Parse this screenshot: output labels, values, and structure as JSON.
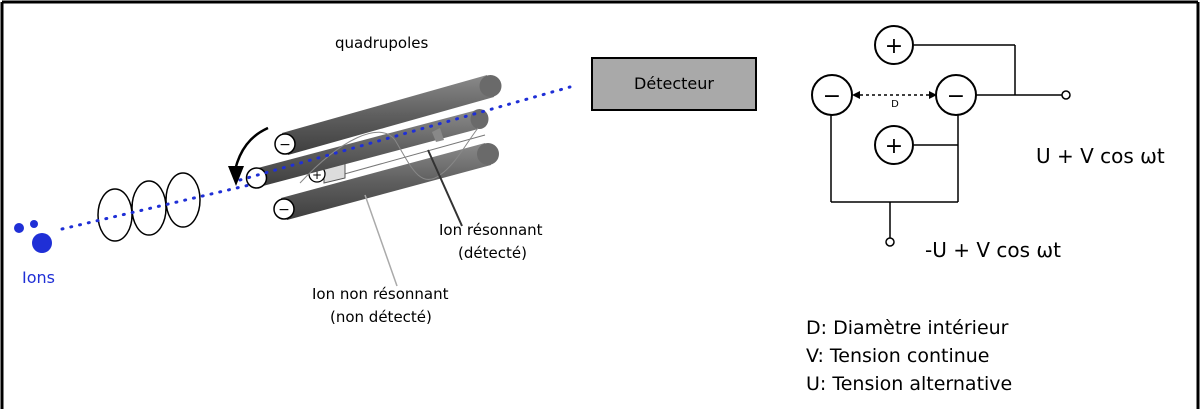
{
  "labels": {
    "quadrupoles": "quadrupoles",
    "detector": "Détecteur",
    "ions": "Ions",
    "resonant_line1": "Ion résonnant",
    "resonant_line2": "(détecté)",
    "nonresonant_line1": "Ion non résonnant",
    "nonresonant_line2": "(non détecté)",
    "diameter_mark": "D",
    "voltage_top": "U + V cos ωt",
    "voltage_bottom": "-U + V cos ωt"
  },
  "rod_signs": {
    "plus": "+",
    "minus": "−"
  },
  "legend": [
    "D: Diamètre intérieur",
    "V: Tension continue",
    "U: Tension alternative"
  ],
  "colors": {
    "ion_path": "#1f2fd6",
    "rod": "#6b6b6b",
    "detector_fill": "#a9a9a9",
    "border": "#000000"
  }
}
